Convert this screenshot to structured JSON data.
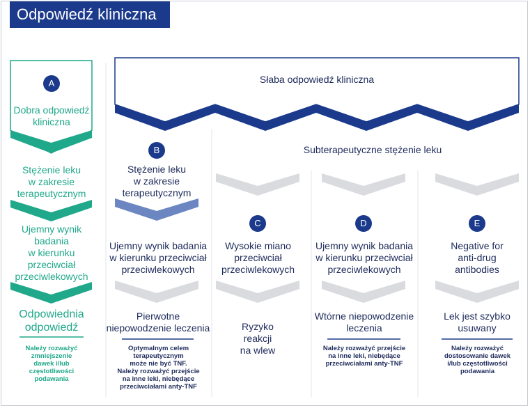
{
  "title": "Odpowiedź kliniczna",
  "weak_response": "Słaba odpowiedź kliniczna",
  "subtherapeutic": "Subterapeutyczne stężenie leku",
  "colA": {
    "letter": "A",
    "response": [
      "Dobra odpowiedź",
      "kliniczna"
    ],
    "level": [
      "Stężenie leku",
      "w zakresie",
      "terapeutycznym"
    ],
    "antibodies": [
      "Ujemny wynik",
      "badania",
      "w kierunku",
      "przeciwciał",
      "przeciwlekowych"
    ],
    "outcome": [
      "Odpowiednia",
      "odpowiedź"
    ],
    "note": [
      "Należy rozważyć",
      "zmniejszenie",
      "dawek i/lub",
      "częstotliwości",
      "podawania"
    ]
  },
  "colB": {
    "letter": "B",
    "level": [
      "Stężenie leku",
      "w zakresie",
      "terapeutycznym"
    ],
    "antibodies": [
      "Ujemny wynik badania",
      "w kierunku przeciwciał",
      "przeciwlekowych"
    ],
    "outcome": [
      "Pierwotne",
      "niepowodzenie leczenia"
    ],
    "note": [
      "Optymalnym celem",
      "terapeutycznym",
      "może nie być TNF.",
      "Należy rozważyć przejście",
      "na inne leki, niebędące",
      "przeciwciałami anty-TNF"
    ]
  },
  "colC": {
    "letter": "C",
    "antibodies": [
      "Wysokie miano",
      "przeciwciał",
      "przeciwlekowych"
    ],
    "outcome": [
      "Ryzyko",
      "reakcji",
      "na wlew"
    ]
  },
  "colD": {
    "letter": "D",
    "antibodies": [
      "Ujemny wynik badania",
      "w kierunku przeciwciał",
      "przeciwlekowych"
    ],
    "outcome": [
      "Wtórne niepowodzenie",
      "leczenia"
    ],
    "note": [
      "Należy rozważyć przejście",
      "na inne leki, niebędące",
      "przeciwciałami anty-TNF"
    ]
  },
  "colE": {
    "letter": "E",
    "antibodies": [
      "Negative for",
      "anti-drug",
      "antibodies"
    ],
    "outcome": [
      "Lek jest szybko",
      "usuwany"
    ],
    "note": [
      "Należy rozważyć",
      "dostosowanie dawek",
      "i/lub częstotliwości",
      "podawania"
    ]
  },
  "colors": {
    "navy": "#1b3a8c",
    "green": "#1fa88a",
    "grey": "#d9dbdf",
    "mid": "#6b86c0"
  }
}
